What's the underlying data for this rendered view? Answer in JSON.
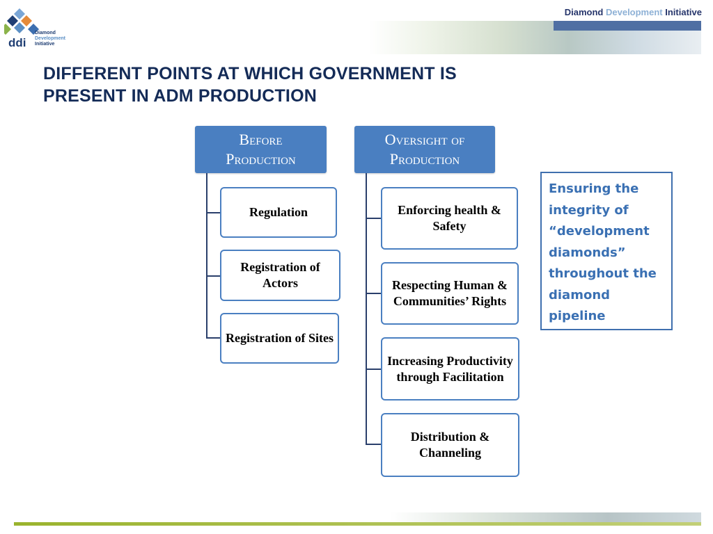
{
  "logo": {
    "ddi": "ddi",
    "line1": "Diamond",
    "line2": "Development",
    "line3": "Initiative"
  },
  "brand": {
    "part1": "Diamond",
    "part2": "Development",
    "part3": "Initiative"
  },
  "title": {
    "line1": "DIFFERENT POINTS AT WHICH GOVERNMENT IS",
    "line2": "PRESENT  IN ADM PRODUCTION"
  },
  "before": {
    "heading_line1": "Before",
    "heading_line2": "Production",
    "items": [
      "Regulation",
      "Registration of Actors",
      "Registration of Sites"
    ]
  },
  "oversight": {
    "heading_line1": "Oversight of",
    "heading_line2": "Production",
    "items": [
      "Enforcing health & Safety",
      "Respecting Human & Communities’ Rights",
      "Increasing Productivity through Facilitation",
      "Distribution & Channeling"
    ]
  },
  "note": "Ensuring the integrity of “development diamonds” throughout the diamond pipeline",
  "colors": {
    "accent": "#4a7fc1",
    "title": "#142b57",
    "note_text": "#3a70b3",
    "footer": "#9ab32d"
  }
}
